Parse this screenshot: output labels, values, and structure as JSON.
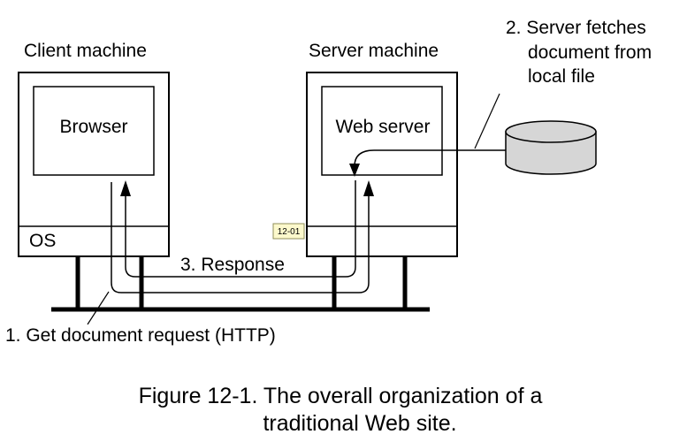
{
  "client": {
    "title": "Client machine",
    "inner_label": "Browser",
    "os_label": "OS"
  },
  "server": {
    "title": "Server machine",
    "inner_label": "Web server"
  },
  "storage": {
    "annotation_lines": [
      "2. Server fetches",
      "document from",
      "local file"
    ]
  },
  "flows": {
    "request_label": "1. Get document request (HTTP)",
    "response_label": "3. Response"
  },
  "figure_tag": "12-01",
  "caption": {
    "line1": "Figure 12-1. The overall organization of a",
    "line2": "traditional Web site."
  },
  "colors": {
    "stroke": "#000000",
    "disk_fill": "#d6d6d6",
    "tag_fill": "#fcf9cc",
    "tag_stroke": "#8f8f5a"
  }
}
